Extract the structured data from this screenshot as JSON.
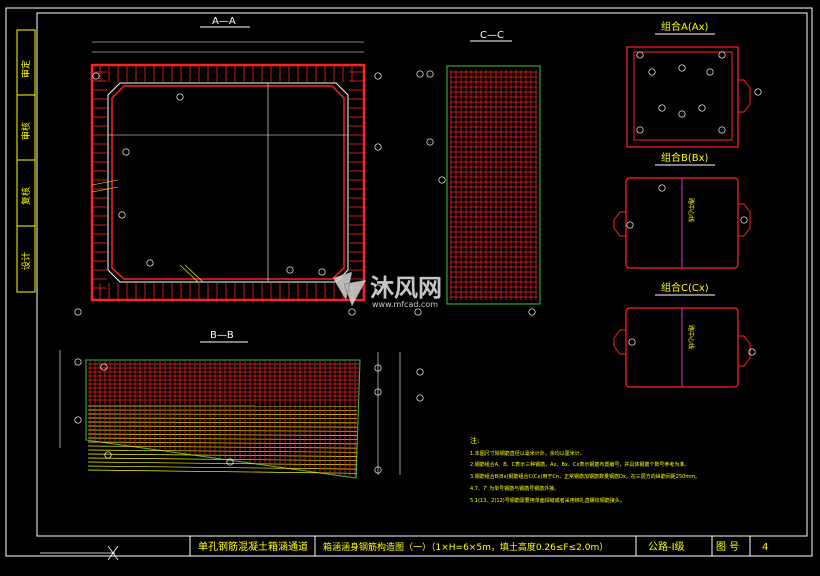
{
  "side_bar": {
    "items": [
      "设计",
      "复核",
      "审核",
      "审定"
    ]
  },
  "sections": {
    "aa_title": "A—A",
    "bb_title": "B—B",
    "cc_title": "C—C",
    "combo_a": "组合A(Ax)",
    "combo_b": "组合B(Bx)",
    "combo_c": "组合C(Cx)",
    "center_line_b": "路中心线",
    "center_line_c": "路中心线"
  },
  "notes": {
    "heading": "注:",
    "lines": [
      "1.本图尺寸除钢筋直径以毫米计外，余均以厘米计。",
      "2.钢筋组合A、B、C表示三种钢筋，Ax、Bx、Cx表示钢筋布置编号，并具体钢筋个数号参考为准。",
      "3.钢筋组合B(Bx)钢筋组合C(Cx)用于Cn，正常钢筋加钢筋数量钢筋Dx，在三层方向纵筋间距250mm。",
      "4.7、7' 为单号钢筋与钢筋号钢筋外接。",
      "5.1(13、2(12)号钢筋需要用单面焊缝或者采用绑扎直螺纹钢筋接头。"
    ]
  },
  "title_block": {
    "project": "单孔钢筋混凝土箱涵通道",
    "drawing_title": "箱涵涵身钢筋构造图（一）（1×H=6×5m，填土高度0.26≤F≤2.0m）",
    "grade": "公路-Ⅰ级",
    "sheet_label": "图 号",
    "sheet_number": "4"
  },
  "watermark": {
    "brand": "沐风网",
    "url": "www.mfcad.com"
  },
  "colors": {
    "background": "#000000",
    "frame": "#ffffff",
    "rebar_red": "#ff2020",
    "rebar_yellow": "#ffff00",
    "outline_green": "#40c040",
    "label_yellow": "#ffff00"
  }
}
